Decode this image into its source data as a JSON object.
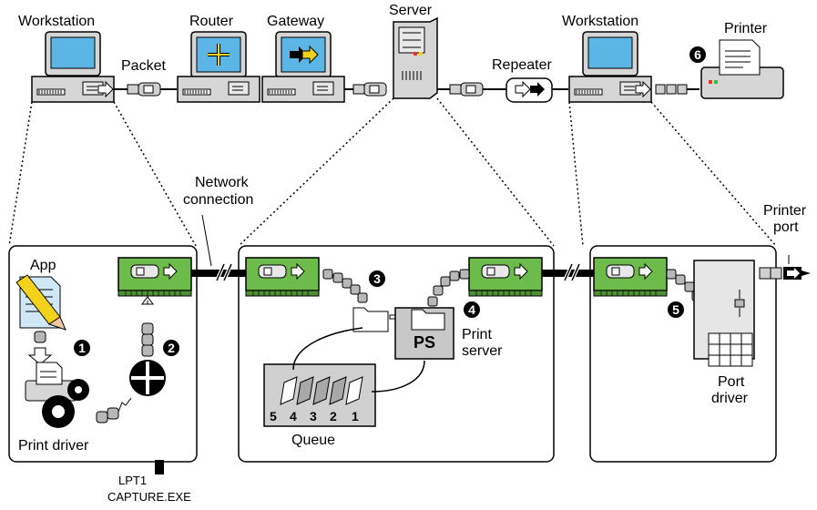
{
  "top": {
    "workstation_left": "Workstation",
    "router": "Router",
    "gateway": "Gateway",
    "server": "Server",
    "workstation_right": "Workstation",
    "printer": "Printer",
    "packet": "Packet",
    "repeater": "Repeater"
  },
  "labels": {
    "network_connection_line1": "Network",
    "network_connection_line2": "connection",
    "printer_port_line1": "Printer",
    "printer_port_line2": "port",
    "app": "App",
    "print_driver": "Print driver",
    "lpt1": "LPT1",
    "capture": "CAPTURE.EXE",
    "queue": "Queue",
    "print_server_line1": "Print",
    "print_server_line2": "server",
    "ps": "PS",
    "port_driver_line1": "Port",
    "port_driver_line2": "driver"
  },
  "steps": [
    "1",
    "2",
    "3",
    "4",
    "5",
    "6"
  ],
  "queue_numbers": [
    "5",
    "4",
    "3",
    "2",
    "1"
  ],
  "colors": {
    "monitor_screen": "#5bb6e6",
    "card_green": "#6dbb4a",
    "panel_gray": "#d8d8d8",
    "chain_gray": "#b8b8b8"
  }
}
